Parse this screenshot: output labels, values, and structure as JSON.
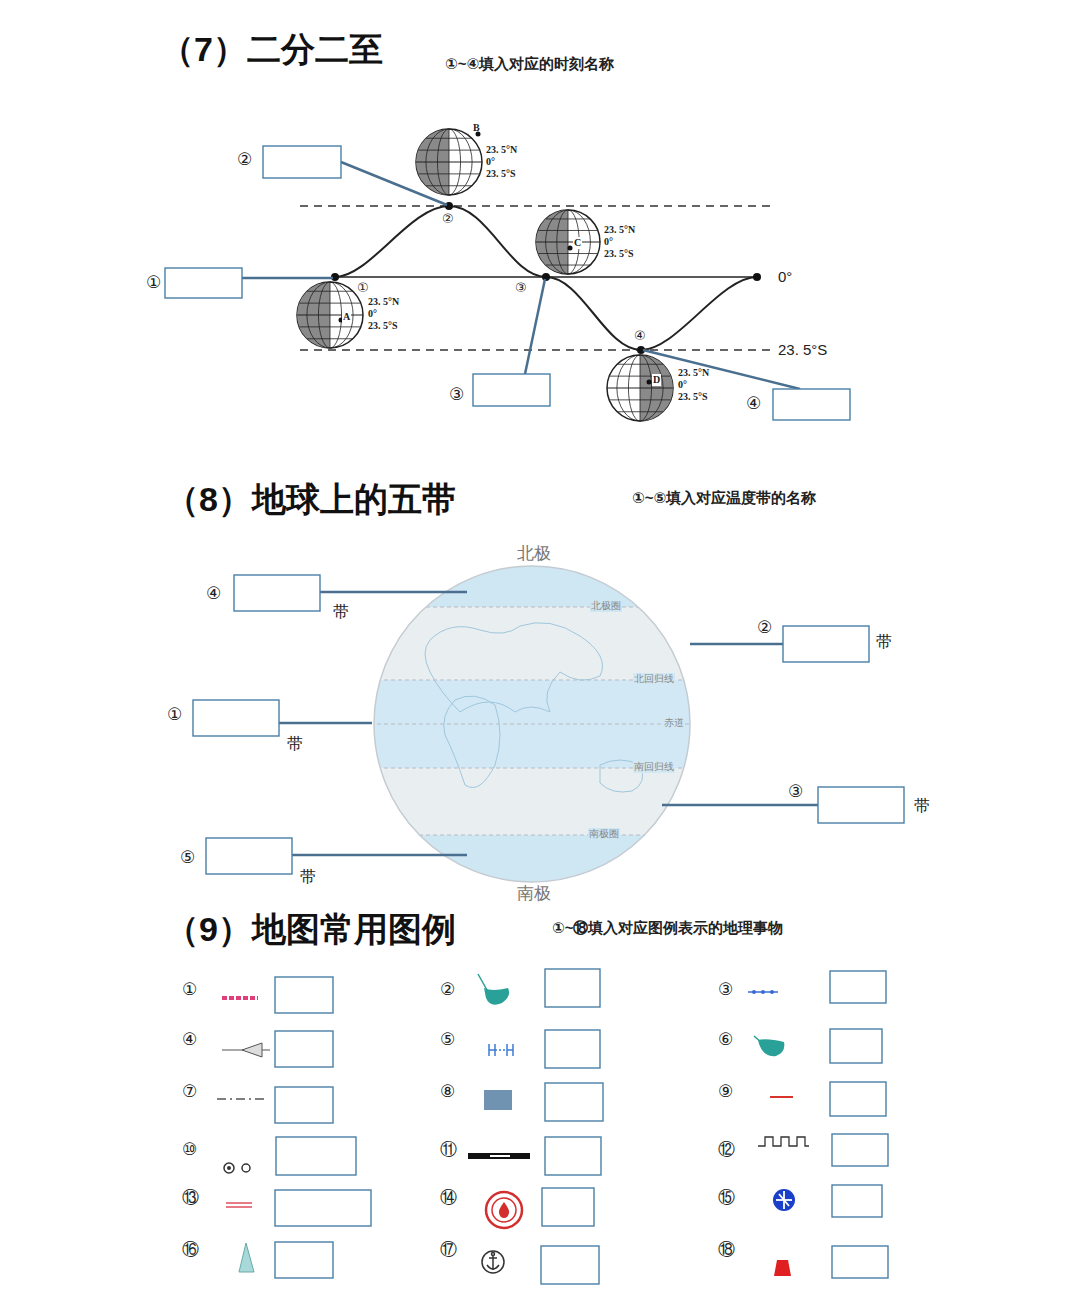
{
  "diagram": {
    "labels": [
      "（7）二分二至",
      "①~④填入对应的时刻名称",
      "②",
      "①",
      "③",
      "④",
      "①",
      "②",
      "③",
      "④",
      "B",
      "23. 5°N",
      "0°",
      "23. 5°S",
      "C",
      "23. 5°N",
      "0°",
      "23. 5°S",
      "A",
      "23. 5°N",
      "0°",
      "23. 5°S",
      "D",
      "23. 5°N",
      "0°",
      "23. 5°S",
      "0°",
      "23. 5°S",
      "（8）地球上的五带",
      "①~⑤填入对应温度带的名称",
      "北极",
      "南极",
      "北极圈",
      "北回归线",
      "赤道",
      "南回归线",
      "南极圈",
      "④",
      "②",
      "①",
      "③",
      "⑤",
      "带",
      "带",
      "带",
      "带",
      "带",
      "（9）地图常用图例",
      "①~⑱填入对应图例表示的地理事物",
      "①",
      "②",
      "③",
      "④",
      "⑤",
      "⑥",
      "⑦",
      "⑧",
      "⑨",
      "⑩",
      "⑪",
      "⑫",
      "⑬",
      "⑭",
      "⑮",
      "⑯",
      "⑰",
      "⑱"
    ]
  }
}
